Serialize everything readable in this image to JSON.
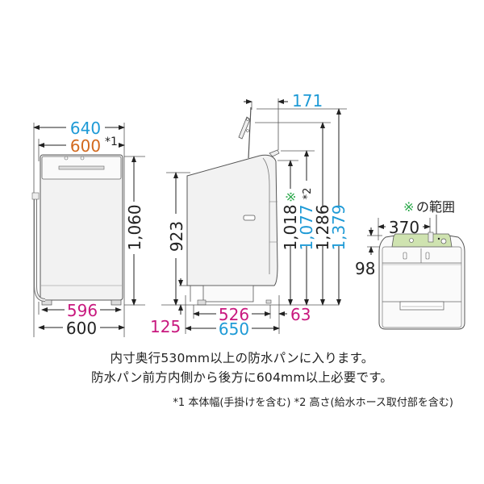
{
  "colors": {
    "cyan": "#1e9ad6",
    "orange": "#d2691e",
    "magenta": "#c8187e",
    "green": "#2aa84a",
    "black": "#222222",
    "line": "#555555",
    "body_fill": "#f2f2f2",
    "highlight_fill": "#cfe3b0"
  },
  "front_view": {
    "overall_width": "640",
    "body_width": "600",
    "body_width_note": "*1",
    "height": "1,060",
    "foot_width": "596",
    "base_width": "600"
  },
  "side_view": {
    "lid_clearance": "171",
    "body_height": "923",
    "height_range": "1,018",
    "range_mark": "※",
    "height_hose": "1,077",
    "height_hose_note": "*2",
    "height_lid_open": "1,286",
    "height_lid_open_max": "1,379",
    "leg_height": "125",
    "foot_depth": "526",
    "rear_offset": "63",
    "overall_depth": "650"
  },
  "top_view": {
    "range_label": "※の範囲",
    "range_width": "370",
    "range_depth": "98"
  },
  "notes": {
    "line1": "内寸奥行530mm以上の防水パンに入ります。",
    "line2": "防水パン前方内側から後方に604mm以上必要です。"
  },
  "footnote": "*1 本体幅(手掛けを含む) *2 高さ(給水ホース取付部を含む)"
}
